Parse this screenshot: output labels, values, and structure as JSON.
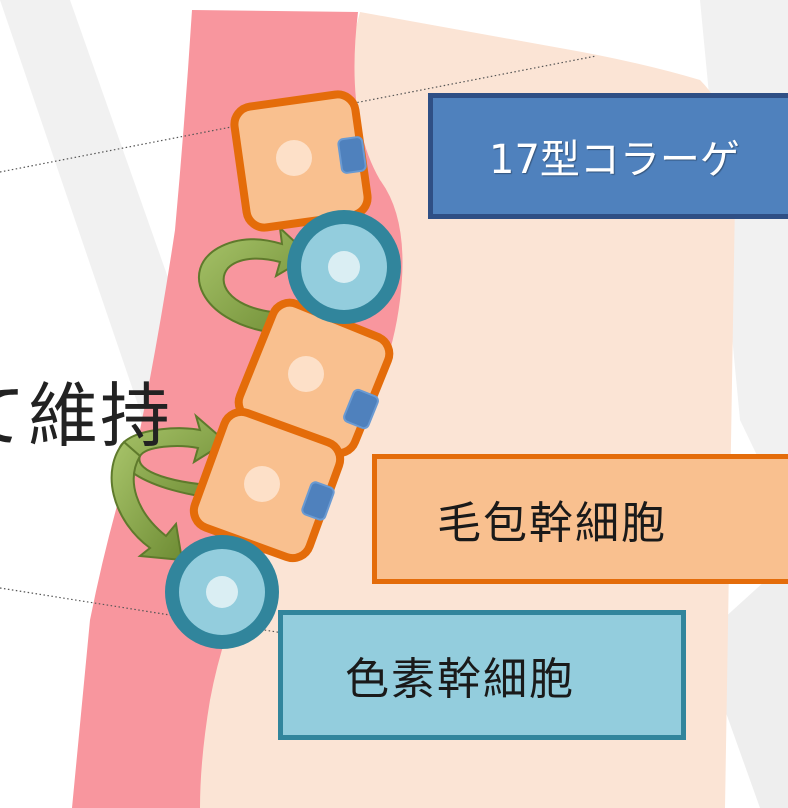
{
  "labels": {
    "collagen": "17型コラーゲ",
    "hair_follicle_stem_cell": "毛包幹細胞",
    "melanocyte_stem_cell": "色素幹細胞",
    "side_text": "て維持"
  },
  "colors": {
    "watermark": "#f1f1f1",
    "skin_band": "#fbe4d5",
    "follicle_band": "#f8969e",
    "stem_cell_fill": "#f9c08f",
    "stem_cell_border": "#e46c0a",
    "melanocyte_fill": "#31859c",
    "melanocyte_inner": "#93cddd",
    "collagen_marker": "#4f81bd",
    "arrow": "#77933c"
  }
}
